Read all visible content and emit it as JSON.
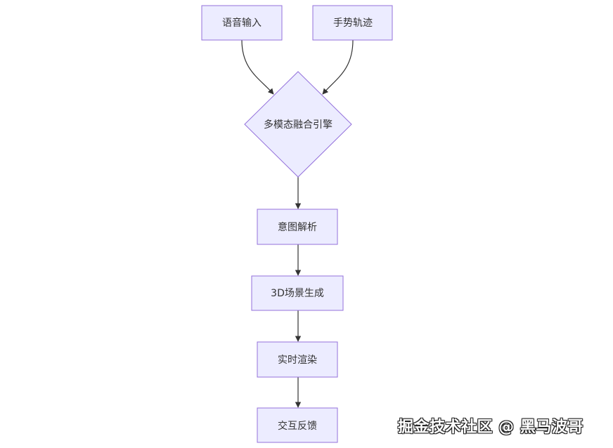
{
  "nodes": {
    "voice": "语音输入",
    "gesture": "手势轨迹",
    "fusion": "多模态融合引擎",
    "intent": "意图解析",
    "scene": "3D场景生成",
    "render": "实时渲染",
    "feedback": "交互反馈"
  },
  "watermark": "掘金技术社区 @ 黑马波哥",
  "colors": {
    "node_fill": "#ececff",
    "node_stroke": "#9370db",
    "edge": "#333333",
    "text": "#333333"
  }
}
